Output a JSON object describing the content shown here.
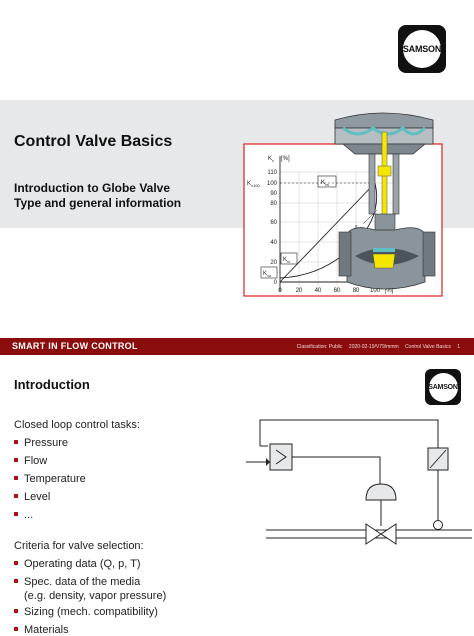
{
  "slide1": {
    "logo": "SAMSON",
    "title": "Control Valve Basics",
    "subtitle_line1": "Introduction to Globe Valve",
    "subtitle_line2": "Type and general information",
    "figure": {
      "y_unit": "[%]",
      "y_axis_symbol": "K",
      "y_axis_sub": "v",
      "y_ticks": [
        "110",
        "100",
        "90",
        "80",
        "60",
        "40",
        "20",
        "0"
      ],
      "x_ticks": [
        "0",
        "20",
        "40",
        "60",
        "80",
        "100",
        "[%]"
      ],
      "label_kv100": "K",
      "label_kv100_sub": "v100",
      "label_kvs": "K",
      "label_kvs_sub": "vs",
      "label_kvr": "K",
      "label_kvr_sub": "vr",
      "label_kvo": "K",
      "label_kvo_sub": "vo",
      "label_s": "s",
      "label_s_sub": "100"
    }
  },
  "footer": {
    "brand": "SMART IN FLOW CONTROL",
    "classification": "Classification: Public",
    "date": "2020-02-19/V79/mmm",
    "doc": "Control Valve Basics",
    "page": "1"
  },
  "slide2": {
    "title": "Introduction",
    "logo": "SAMSON",
    "intro": "Closed loop control tasks:",
    "tasks": [
      "Pressure",
      "Flow",
      "Temperature",
      "Level",
      "..."
    ],
    "criteria": "Criteria for valve selection:",
    "criteria_items": [
      "Operating data (Q, p, T)",
      "Spec. data of the media",
      "Sizing (mech. compatibility)",
      "Materials"
    ],
    "criteria_sub": "(e.g. density, vapor pressure)"
  },
  "colors": {
    "accent": "#8b0c0c",
    "bullet": "#b0121b",
    "band": "#e6e8ea",
    "figure_border": "#e02020",
    "valve_yellow": "#f5e600",
    "valve_teal": "#5fbfc0"
  }
}
